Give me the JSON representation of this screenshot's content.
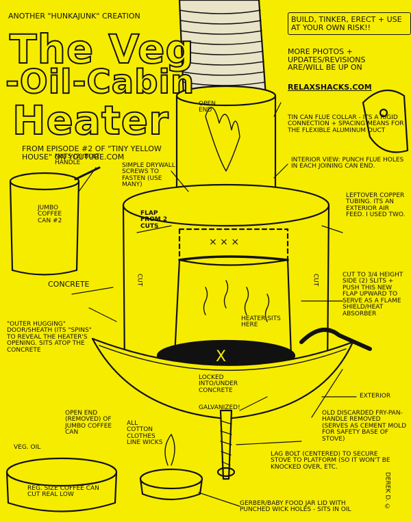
{
  "header": {
    "byline": "Another \"Hunkajunk\" Creation",
    "title_line1": "The Veg",
    "title_line2": "-Oil-Cabin",
    "title_line3": "Heater",
    "episode_note": "From Episode #2 of \"Tiny Yellow House\" on YouTube.com",
    "disclaimer": "Build, tinker, erect + use at your own risk!!",
    "more_info": "More photos + updates/revisions are/will be up on",
    "website": "Relaxshacks.com"
  },
  "labels": {
    "open_end": "Open end",
    "tin_can_flue": "Tin can flue collar - its a rigid connection + spacing means for the flexible aluminum duct",
    "interior_view": "Interior view: punch flue holes in each joining can end.",
    "drywall_screws": "Simple drywall screws to fasten (use many)",
    "nuts_bolt": "Nuts (2) bolt handle",
    "leftover_tubing": "Leftover copper tubing. Its an exterior air feed. I used two.",
    "jumbo_can": "Jumbo coffee can #2",
    "flap": "Flap from 2 cuts",
    "cut": "Cut",
    "cut_instructions": "Cut to 3/4 height side (2) slits + push this new flap upward to serve as a flame shield/heat absorber",
    "concrete": "Concrete",
    "heater_sits_here": "Heater sits here",
    "outer_hugging_door": "\"Outer hugging\" door/sheath (its \"spins\" to reveal the heater's opening. Sits atop the concrete",
    "locked_into": "Locked into/under concrete",
    "exterior": "Exterior",
    "old_pan": "Old discarded fry-pan-handle removed (serves as cement mold for safety base of stove)",
    "galvanized": "Galvanized!",
    "lag_bolt": "Lag bolt (centered) to secure stove to platform (so it won't be knocked over, etc.",
    "open_end_removed": "Open end (removed) of jumbo coffee can",
    "cotton_wicks": "All cotton clothes line wicks",
    "veg_oil": "Veg. oil",
    "reg_size_can": "Reg. size coffee can cut real low",
    "gerber_lid": "Gerber/baby food jar lid with punched wick holes - sits in oil",
    "signature": "Derek D. ©"
  },
  "colors": {
    "background": "#f6ec00",
    "ink": "#111111"
  }
}
